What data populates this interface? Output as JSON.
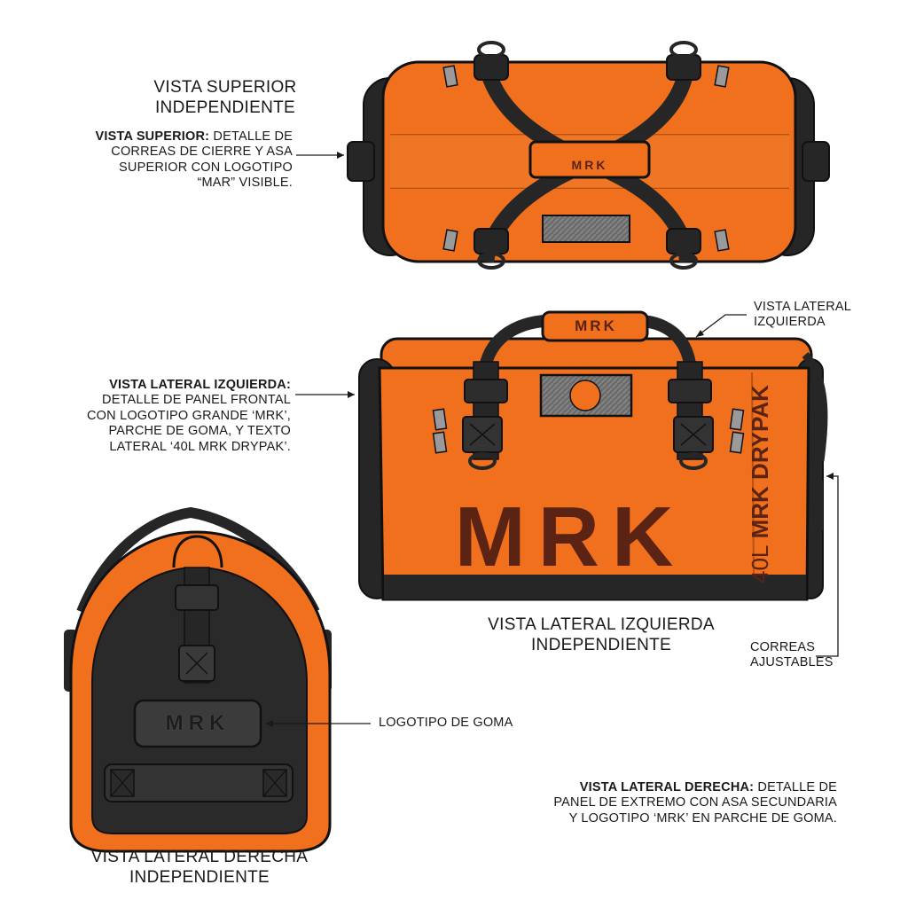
{
  "colors": {
    "bag_orange": "#f0701e",
    "bag_orange_dark": "#c85512",
    "strap_black": "#262626",
    "logo_brown": "#5a2313",
    "reflective_grey": "#9a9a9a"
  },
  "top_view": {
    "title_line1": "VISTA SUPERIOR",
    "title_line2": "INDEPENDIENTE",
    "note_bold": "VISTA SUPERIOR:",
    "note_line1": "DETALLE DE",
    "note_line2": "CORREAS DE CIERRE Y ASA",
    "note_line3": "SUPERIOR CON LOGOTIPO",
    "note_line4": "“MAR” VISIBLE.",
    "handle_logo": "MRK"
  },
  "left_view": {
    "callout_line1": "VISTA LATERAL",
    "callout_line2": "IZQUIERDA",
    "note_bold": "VISTA LATERAL IZQUIERDA:",
    "note_line1": "DETALLE DE PANEL FRONTAL",
    "note_line2": "CON LOGOTIPO GRANDE ‘MRK’,",
    "note_line3": "PARCHE DE GOMA, Y TEXTO",
    "note_line4": "LATERAL ‘40L MRK DRYPAK’.",
    "title_line1": "VISTA LATERAL IZQUIERDA",
    "title_line2": "INDEPENDIENTE",
    "big_logo": "MRK",
    "handle_logo": "MRK",
    "side_capacity": "40L",
    "side_text": "MRK DRYPAK",
    "straps_line1": "CORREAS",
    "straps_line2": "AJUSTABLES"
  },
  "right_view": {
    "rubber_logo_label": "LOGOTIPO DE GOMA",
    "patch_logo": "MRK",
    "note_bold": "VISTA LATERAL DERECHA:",
    "note_line1a": "DETALLE DE",
    "note_line2": "PANEL DE EXTREMO CON ASA SECUNDARIA",
    "note_line3": "Y LOGOTIPO ‘MRK’ EN PARCHE DE GOMA.",
    "title_line1": "VISTA LATERAL DERECHA",
    "title_line2": "INDEPENDIENTE"
  }
}
